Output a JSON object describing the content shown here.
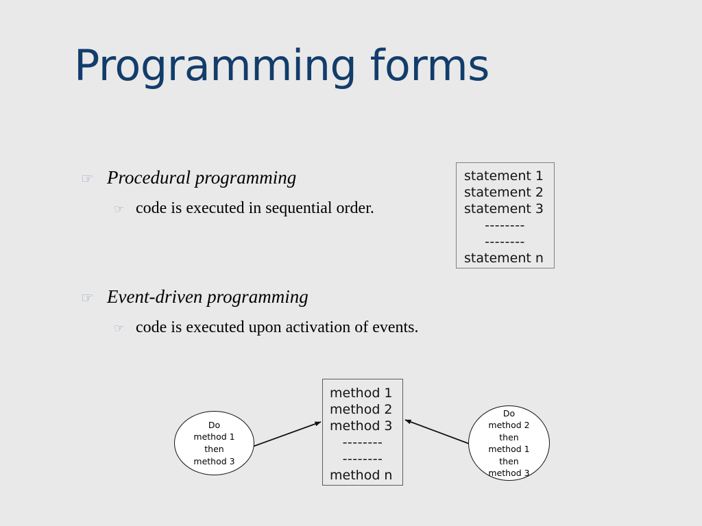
{
  "slide": {
    "background_color": "#e9e9e9",
    "title": "Programming forms",
    "title_color": "#123d6b"
  },
  "bullets": {
    "glyph": "☞",
    "glyph_name": "pointing-hand-bullet",
    "glyph_color": "#7f93ad",
    "groups": [
      {
        "id": "procedural",
        "heading": "Procedural programming",
        "sub": "code is executed in sequential order."
      },
      {
        "id": "event-driven",
        "heading": "Event-driven programming",
        "sub": "code is executed upon activation of events."
      }
    ]
  },
  "diagrams": {
    "statement_box": {
      "name": "statement-box",
      "lines": [
        "statement 1",
        "statement 2",
        "statement 3",
        "--------",
        "--------",
        "statement n"
      ],
      "border_color": "#808080"
    },
    "method_box": {
      "name": "method-box",
      "lines": [
        "method 1",
        "method 2",
        "method 3",
        "--------",
        "--------",
        "method n"
      ],
      "border_color": "#5a5a5a"
    },
    "ellipse_left": {
      "name": "event-source-left",
      "lines": [
        "Do",
        "method 1",
        "then",
        "method 3"
      ]
    },
    "ellipse_right": {
      "name": "event-source-right",
      "lines": [
        "Do",
        "method 2",
        "then",
        "method 1",
        "then",
        "method 3"
      ]
    },
    "arrows": [
      {
        "name": "arrow-left-to-method-box",
        "direction": "left-to-right"
      },
      {
        "name": "arrow-right-to-method-box",
        "direction": "right-to-left"
      }
    ]
  }
}
